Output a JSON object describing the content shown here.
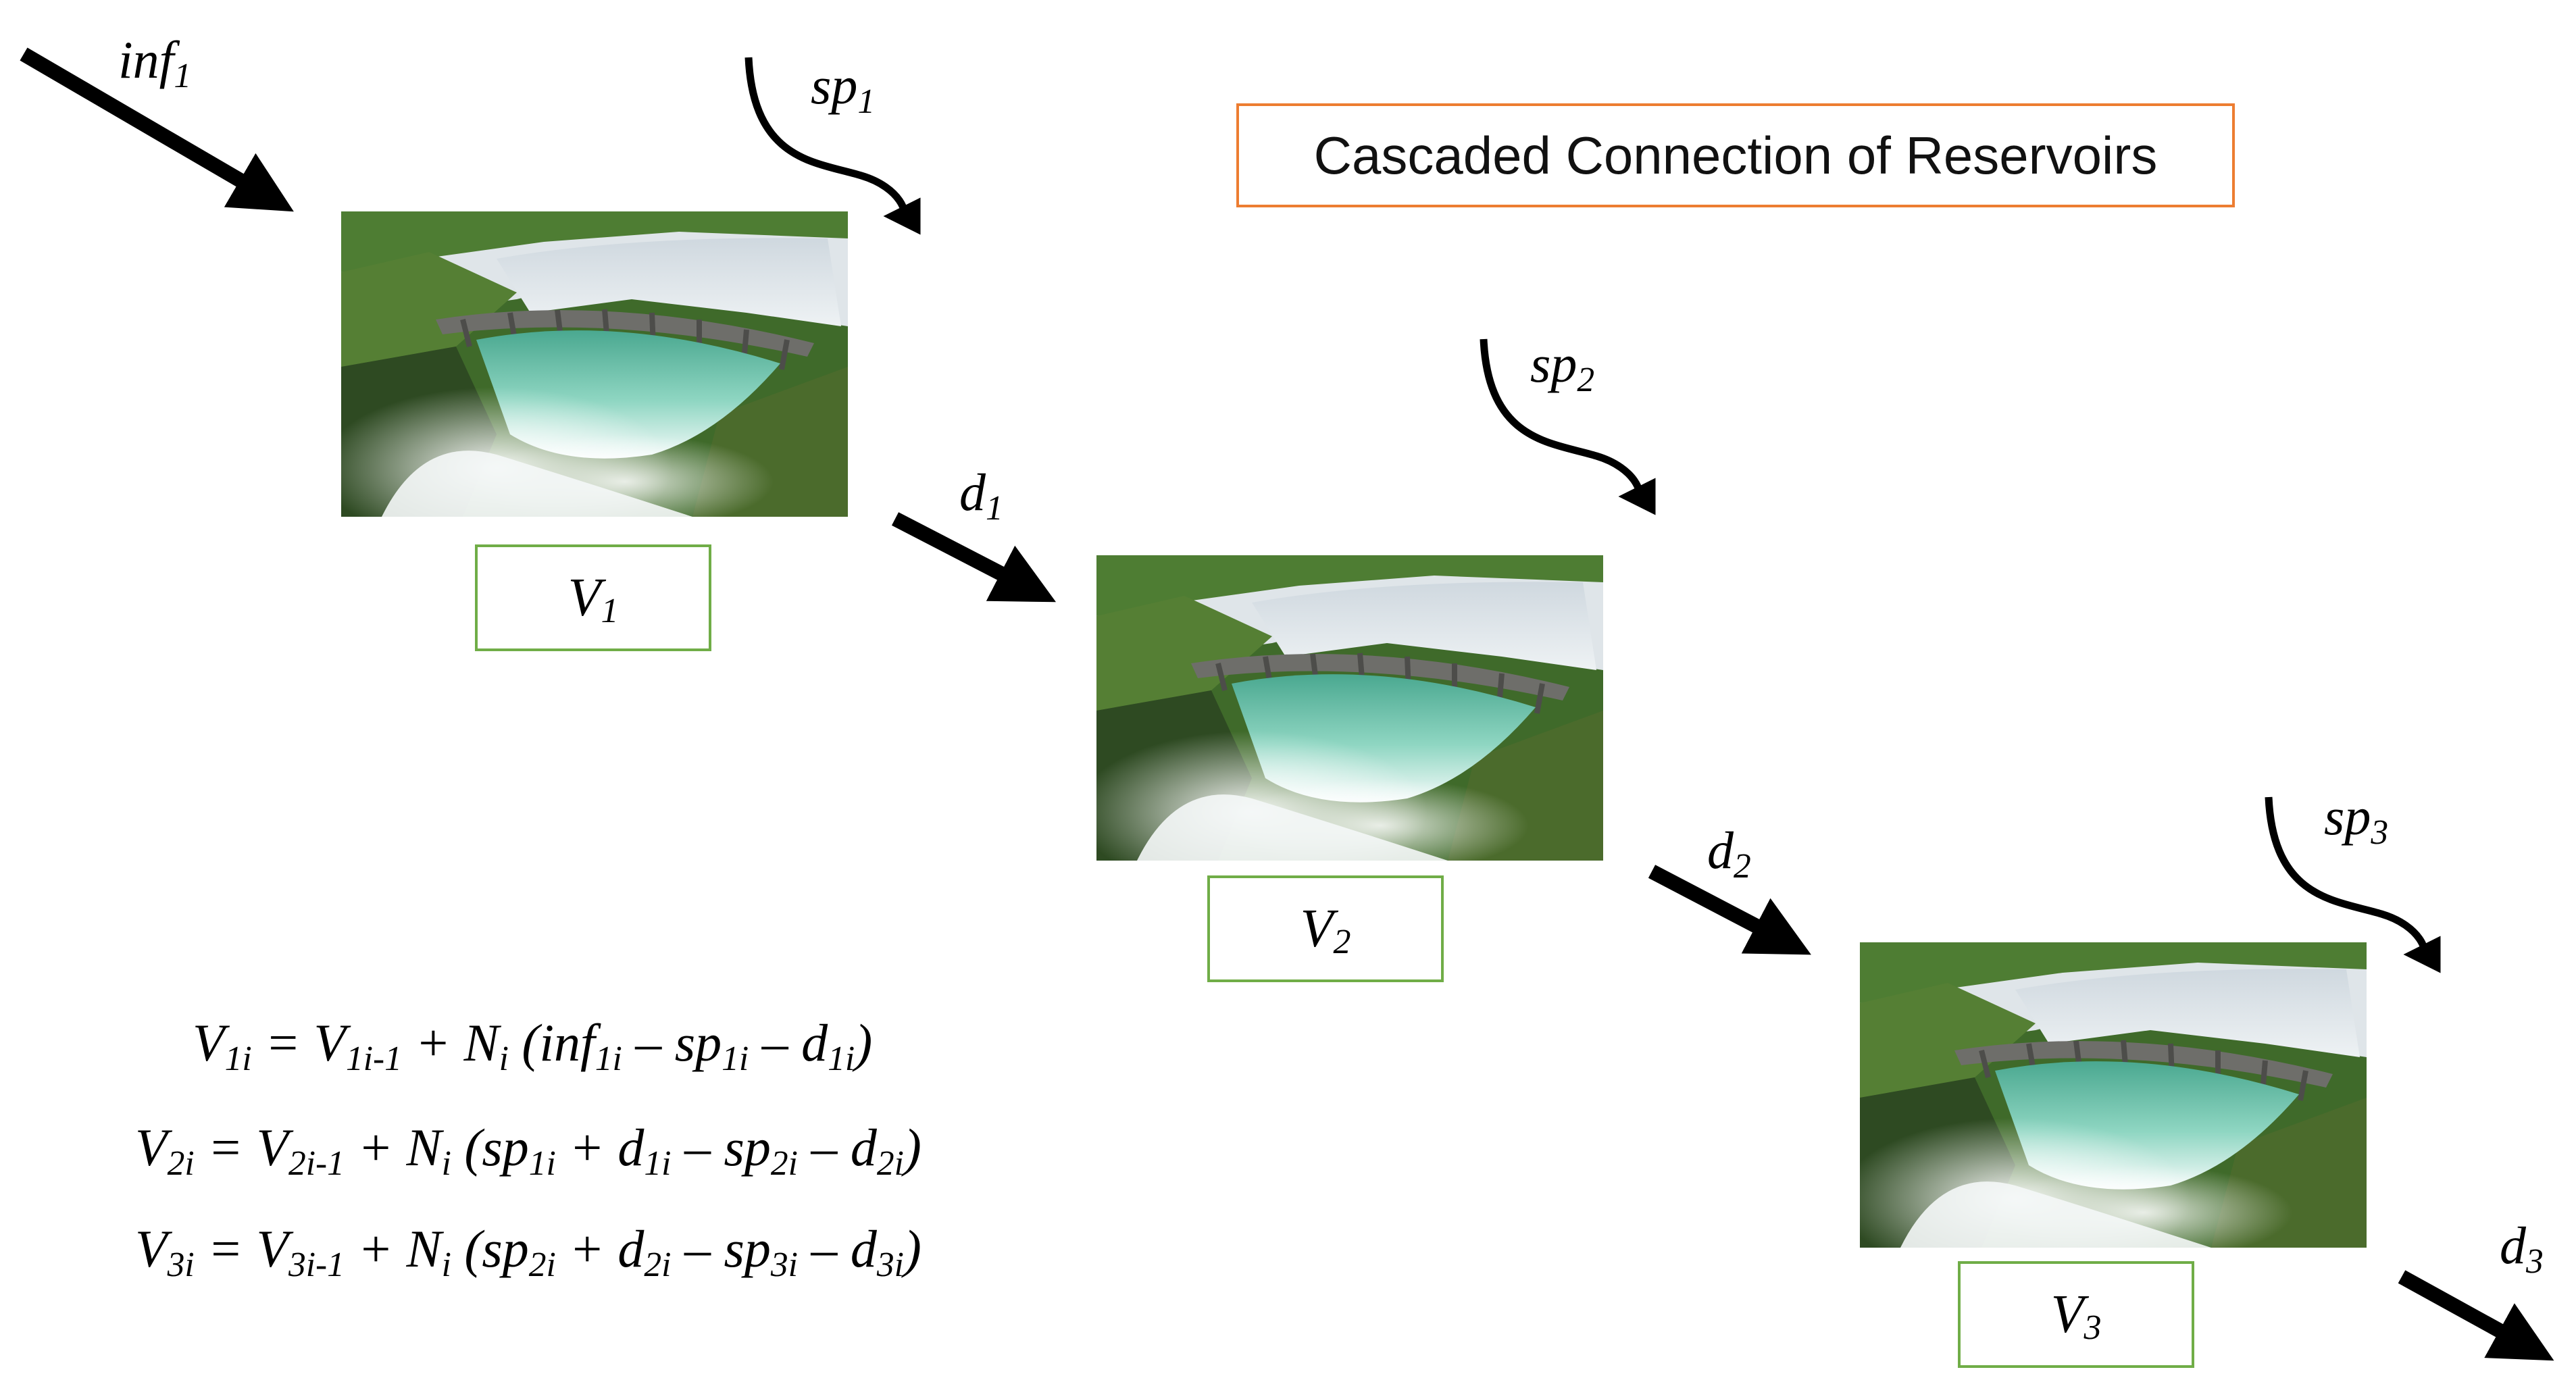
{
  "title": "Cascaded Connection of Reservoirs",
  "colors": {
    "title_border": "#ED7D31",
    "volume_border": "#70AD47",
    "arrow": "#000000"
  },
  "reservoirs": [
    {
      "image": "dam-photo",
      "volume": {
        "base": "V",
        "sub": "1"
      }
    },
    {
      "image": "dam-photo",
      "volume": {
        "base": "V",
        "sub": "2"
      }
    },
    {
      "image": "dam-photo",
      "volume": {
        "base": "V",
        "sub": "3"
      }
    }
  ],
  "flows": {
    "inflow": {
      "base": "inf",
      "sub": "1"
    },
    "spills": [
      {
        "base": "sp",
        "sub": "1"
      },
      {
        "base": "sp",
        "sub": "2"
      },
      {
        "base": "sp",
        "sub": "3"
      }
    ],
    "discharges": [
      {
        "base": "d",
        "sub": "1"
      },
      {
        "base": "d",
        "sub": "2"
      },
      {
        "base": "d",
        "sub": "3"
      }
    ]
  },
  "equations": [
    [
      "V",
      "1i",
      " = V",
      "1i-1",
      " + N",
      "i",
      " (inf",
      "1i",
      " – sp",
      "1i",
      " – d",
      "1i",
      ")"
    ],
    [
      "V",
      "2i",
      " = V",
      "2i-1",
      " + N",
      "i",
      " (sp",
      "1i",
      " + d",
      "1i",
      " – sp",
      "2i",
      " – d",
      "2i",
      ")"
    ],
    [
      "V",
      "3i",
      " = V",
      "3i-1",
      " + N",
      "i",
      " (sp",
      "2i",
      " + d",
      "2i",
      " – sp",
      "3i",
      " – d",
      "3i",
      ")"
    ]
  ]
}
